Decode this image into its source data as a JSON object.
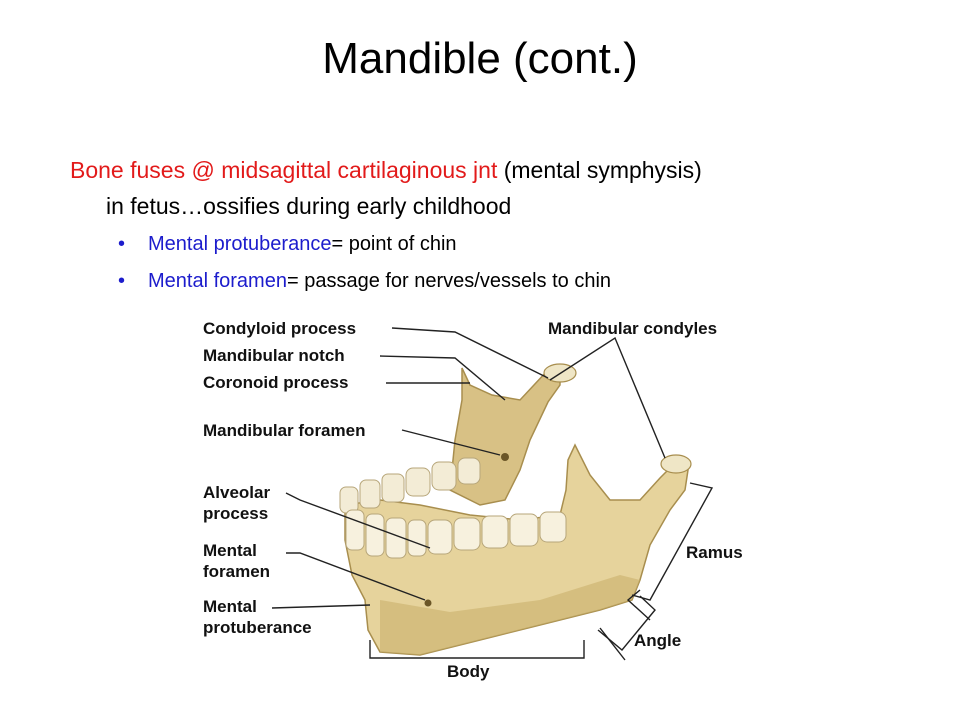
{
  "slide": {
    "title": "Mandible (cont.)",
    "main_red": "Bone fuses @ midsagittal cartilaginous jnt",
    "main_rest": " (mental symphysis)",
    "main_line2": "in fetus…ossifies during early childhood",
    "bullets": [
      {
        "term": "Mental protuberance",
        "text": "= point of chin"
      },
      {
        "term": "Mental foramen",
        "text": "= passage for nerves/vessels to chin"
      }
    ],
    "bullet_symbol": "•"
  },
  "figure": {
    "labels": {
      "condyloid_process": "Condyloid process",
      "mandibular_notch": "Mandibular notch",
      "coronoid_process": "Coronoid process",
      "mandibular_foramen": "Mandibular foramen",
      "alveolar_1": "Alveolar",
      "alveolar_2": "process",
      "mental_foramen_1": "Mental",
      "mental_foramen_2": "foramen",
      "mental_protuberance_1": "Mental",
      "mental_protuberance_2": "protuberance",
      "mandibular_condyles": "Mandibular condyles",
      "ramus": "Ramus",
      "angle": "Angle",
      "body": "Body"
    },
    "colors": {
      "bone": "#e6d39c",
      "bone_shadow": "#b89f5c",
      "teeth": "#f3ecd6",
      "line": "#222222"
    }
  }
}
